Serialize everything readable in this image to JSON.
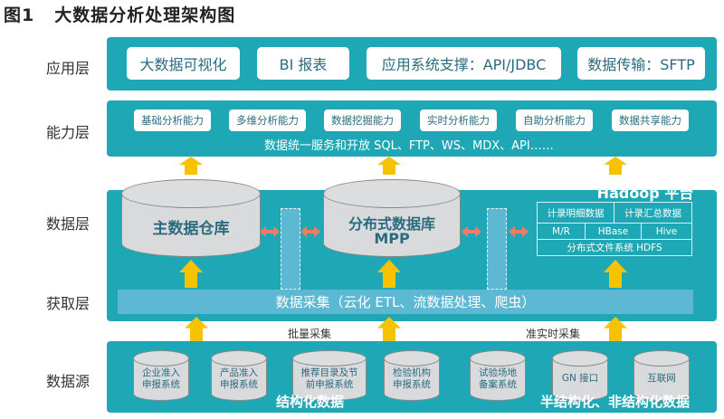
{
  "title": {
    "figure": "图1",
    "text": "大数据分析处理架构图"
  },
  "layers": {
    "application": "应用层",
    "capability": "能力层",
    "data": "数据层",
    "acquisition": "获取层",
    "source": "数据源"
  },
  "application": {
    "items": [
      "大数据可视化",
      "BI 报表",
      "应用系统支撑：API/JDBC",
      "数据传输：SFTP"
    ]
  },
  "capability": {
    "items": [
      "基础分析能力",
      "多维分析能力",
      "数据挖掘能力",
      "实时分析能力",
      "自助分析能力",
      "数据共享能力"
    ],
    "service": "数据统一服务和开放 SQL、FTP、WS、MDX、API……"
  },
  "data": {
    "warehouse": "主数据仓库",
    "mpp_line1": "分布式数据库",
    "mpp_line2": "MPP",
    "hadoop": {
      "title": "Hadoop 平台",
      "detail": "计录明细数据",
      "summary": "计录汇总数据",
      "mr": "M/R",
      "hbase": "HBase",
      "hive": "Hive",
      "hdfs": "分布式文件系统 HDFS"
    }
  },
  "acquisition": {
    "bar": "数据采集（云化 ETL、流数据处理、爬虫）",
    "batch": "批量采集",
    "realtime": "准实时采集"
  },
  "sources": {
    "items": [
      {
        "l1": "企业准入",
        "l2": "申报系统"
      },
      {
        "l1": "产品准入",
        "l2": "申报系统"
      },
      {
        "l1": "推荐目录及节",
        "l2": "前申报系统"
      },
      {
        "l1": "检验机构",
        "l2": "申报系统"
      },
      {
        "l1": "试验场地",
        "l2": "备案系统"
      },
      {
        "l1": "GN 接口",
        "l2": ""
      },
      {
        "l1": "互联网",
        "l2": ""
      }
    ],
    "structured": "结构化数据",
    "unstructured": "半结构化、非结构化数据"
  },
  "colors": {
    "panel": "#1ea8b6",
    "arrow": "#f7c300",
    "double_arrow": "#ee7d67",
    "collect_bar": "#5db8d4"
  }
}
